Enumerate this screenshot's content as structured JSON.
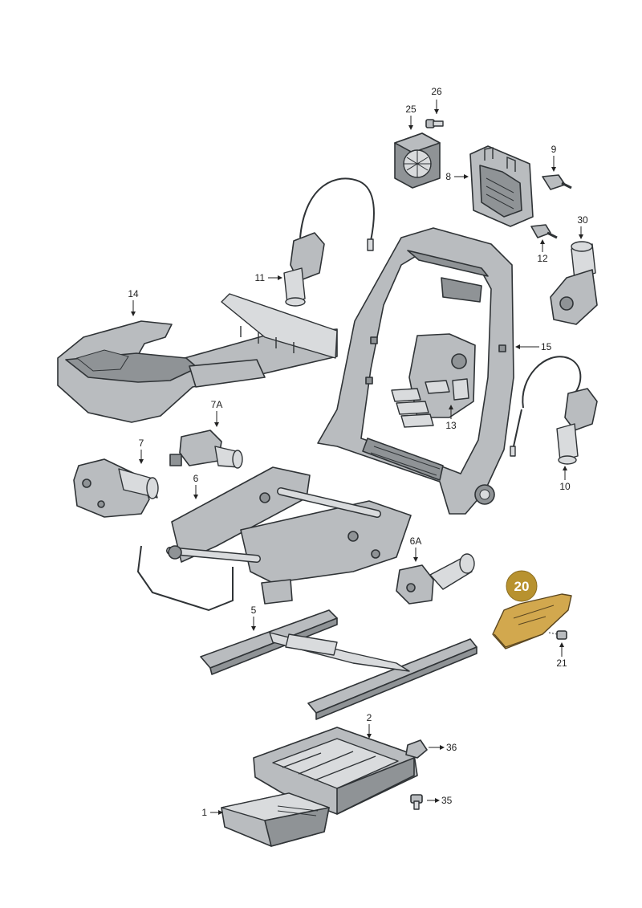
{
  "labels": {
    "p1": "1",
    "p2": "2",
    "p5": "5",
    "p6": "6",
    "p6a": "6A",
    "p7": "7",
    "p7a": "7A",
    "p8": "8",
    "p9": "9",
    "p10": "10",
    "p11": "11",
    "p12": "12",
    "p13": "13",
    "p14": "14",
    "p15": "15",
    "p20": "20",
    "p21": "21",
    "p25": "25",
    "p26": "26",
    "p30": "30",
    "p35": "35",
    "p36": "36"
  },
  "colors": {
    "highlight": "#d2a84e",
    "highlight_badge": "#b8922f"
  }
}
